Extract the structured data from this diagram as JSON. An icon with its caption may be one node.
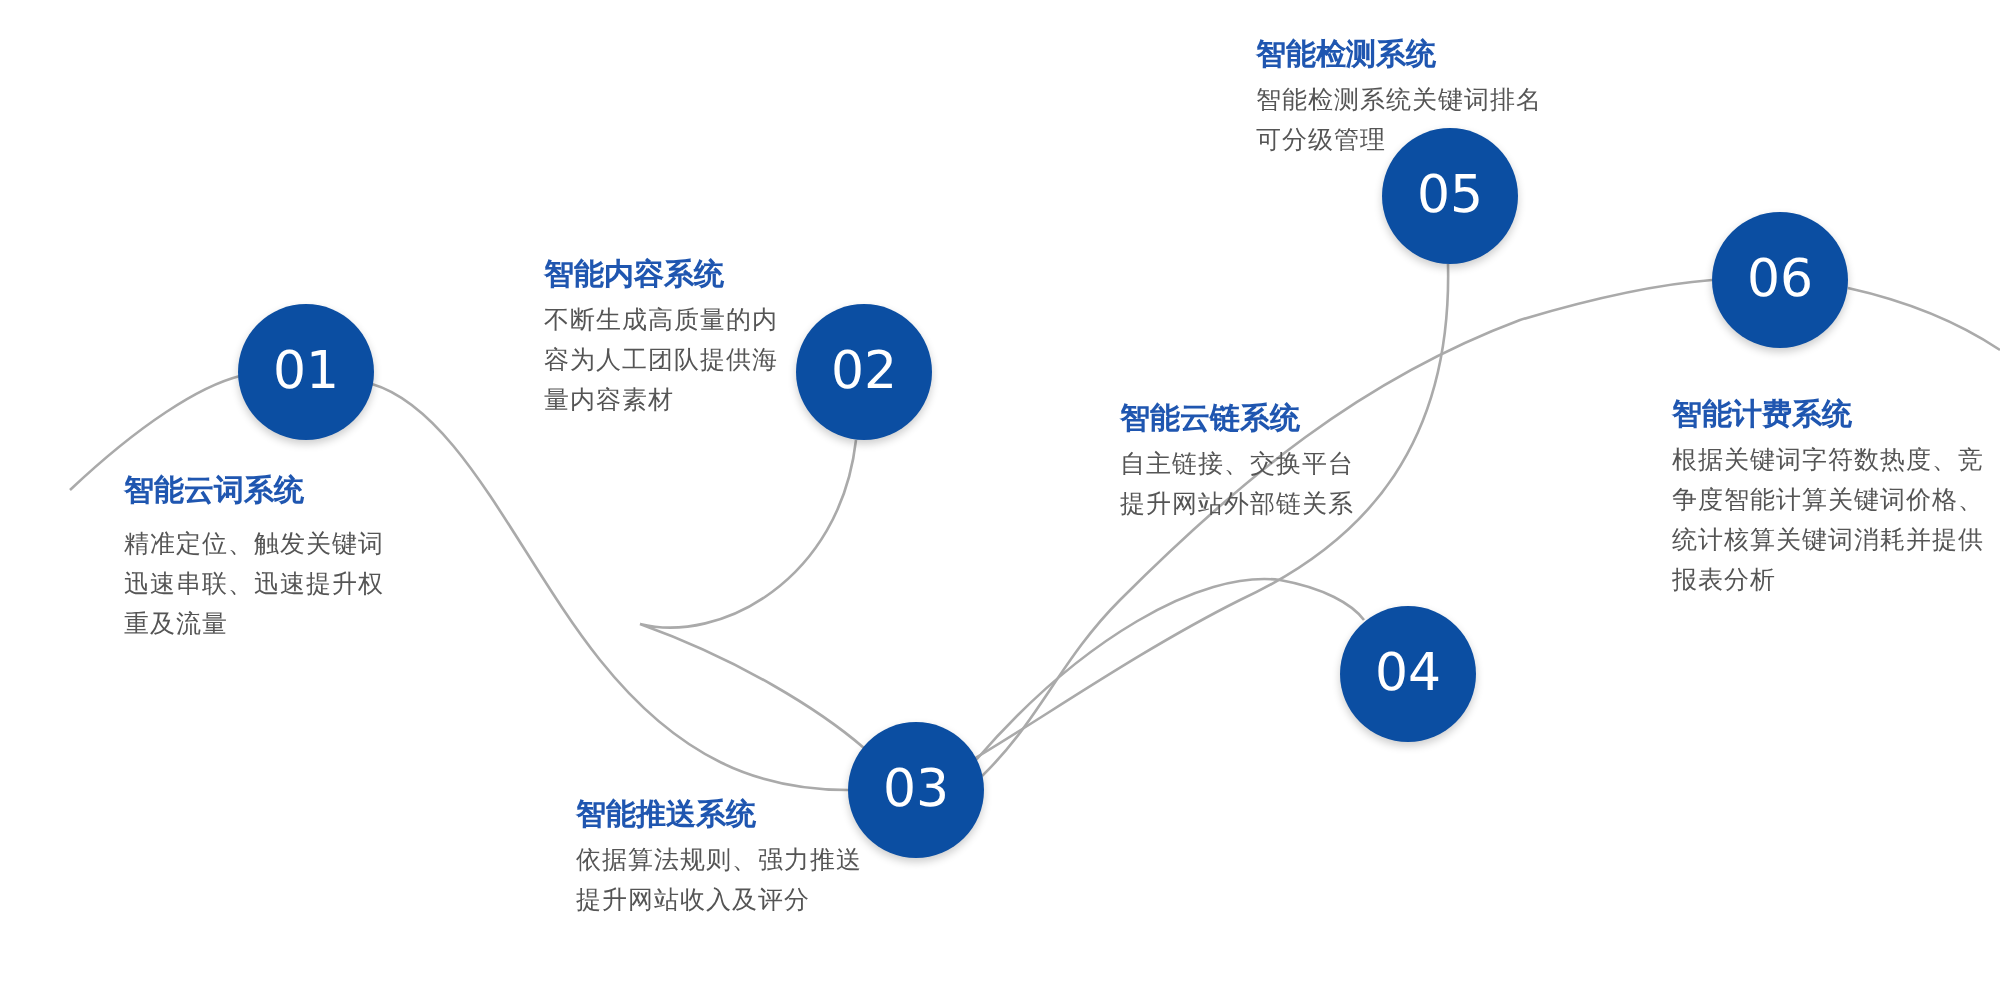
{
  "diagram": {
    "nodes": [
      {
        "text": [
          "01"
        ],
        "beside": [
          "智能云词系统",
          "精准定位、触发关键词迅速串联、迅速提升权重及流量"
        ]
      },
      {
        "text": [
          "02"
        ],
        "beside": [
          "智能内容系统",
          "不断生成高质量的内容为人工团队提供海量内容素材"
        ]
      },
      {
        "text": [
          "03"
        ],
        "beside": [
          "智能推送系统",
          "依据算法规则、强力推送提升网站收入及评分"
        ]
      },
      {
        "text": [
          "04"
        ],
        "beside": [
          "智能云链系统",
          "自主链接、交换平台提升网站外部链关系"
        ]
      },
      {
        "text": [
          "05"
        ],
        "beside": [
          "智能检测系统",
          "智能检测系统关键词排名可分级管理"
        ]
      },
      {
        "text": [
          "06"
        ],
        "beside": [
          "智能计费系统",
          "根据关键词字符数热度、竞争度智能计算关键词价格、统计核算关键词消耗并提供报表分析"
        ]
      }
    ],
    "edges": [
      {
        "from": null,
        "to": 0,
        "arrow": "none"
      },
      {
        "from": 0,
        "to": 2,
        "arrow": "none"
      },
      {
        "from": 2,
        "to": 5,
        "arrow": "none"
      },
      {
        "from": 5,
        "to": null,
        "arrow": "none"
      },
      {
        "from": 1,
        "to": 2,
        "arrow": "none"
      },
      {
        "from": 2,
        "to": 3,
        "arrow": "none"
      },
      {
        "from": 4,
        "to": 2,
        "arrow": "none"
      }
    ]
  }
}
